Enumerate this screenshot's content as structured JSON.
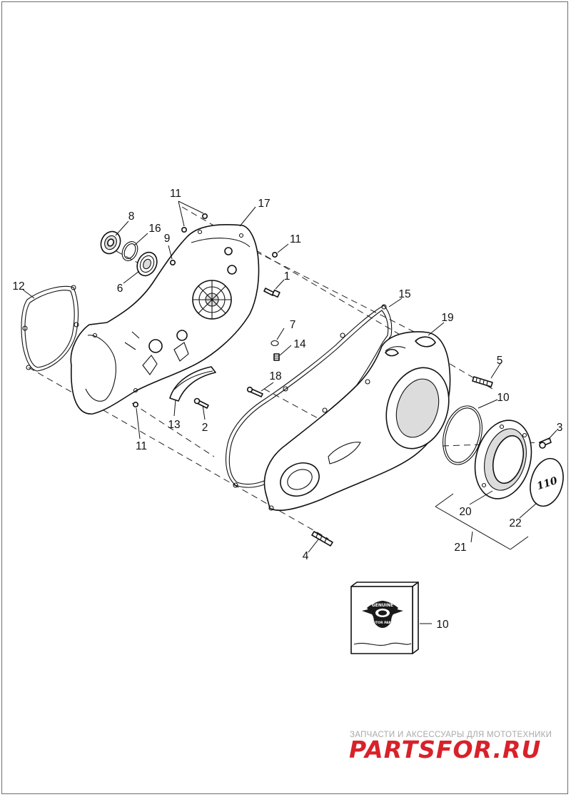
{
  "diagram": {
    "callouts": [
      "11",
      "17",
      "8",
      "16",
      "9",
      "11",
      "1",
      "6",
      "12",
      "15",
      "19",
      "7",
      "14",
      "5",
      "18",
      "10",
      "13",
      "2",
      "3",
      "11",
      "20",
      "22",
      "21",
      "4",
      "10"
    ]
  },
  "kit": {
    "badge_line1": "GENUINE",
    "badge_line2": "MOTOR PARTS",
    "callout": "10"
  },
  "watermark": {
    "caption": "ЗАПЧАСТИ И АКСЕССУАРЫ ДЛЯ МОТОТЕХНИКИ",
    "logo": "PARTSFOR.RU",
    "colors": {
      "red": "#d8222a",
      "gray": "#a9a9a9"
    }
  },
  "cover_emblem": "110"
}
